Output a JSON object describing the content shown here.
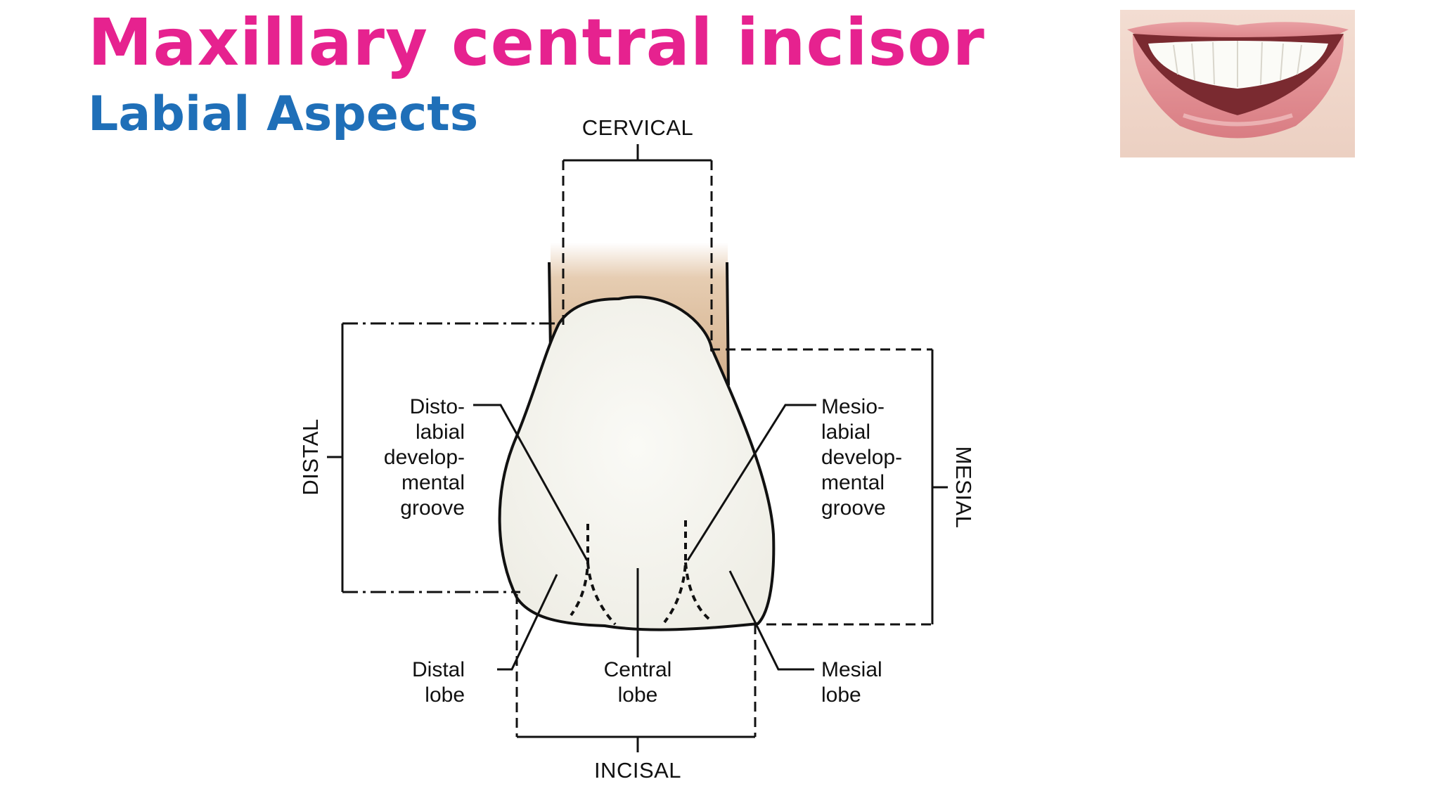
{
  "slide": {
    "title": "Maxillary central incisor",
    "subtitle": "Labial Aspects"
  },
  "photo": {
    "description_icon": "smile-photo"
  },
  "diagram": {
    "direction_labels": {
      "cervical": "CERVICAL",
      "incisal": "INCISAL",
      "distal": "DISTAL",
      "mesial": "MESIAL"
    },
    "disto_groove": [
      "Disto-",
      "labial",
      "develop-",
      "mental",
      "groove"
    ],
    "mesio_groove": [
      "Mesio-",
      "labial",
      "develop-",
      "mental",
      "groove"
    ],
    "distal_lobe": [
      "Distal",
      "lobe"
    ],
    "central_lobe": [
      "Central",
      "lobe"
    ],
    "mesial_lobe": [
      "Mesial",
      "lobe"
    ]
  },
  "colors": {
    "title": "#e6228f",
    "subtitle": "#1f6fb8",
    "root": "#d4b08c",
    "crown": "#f4f3ec"
  }
}
